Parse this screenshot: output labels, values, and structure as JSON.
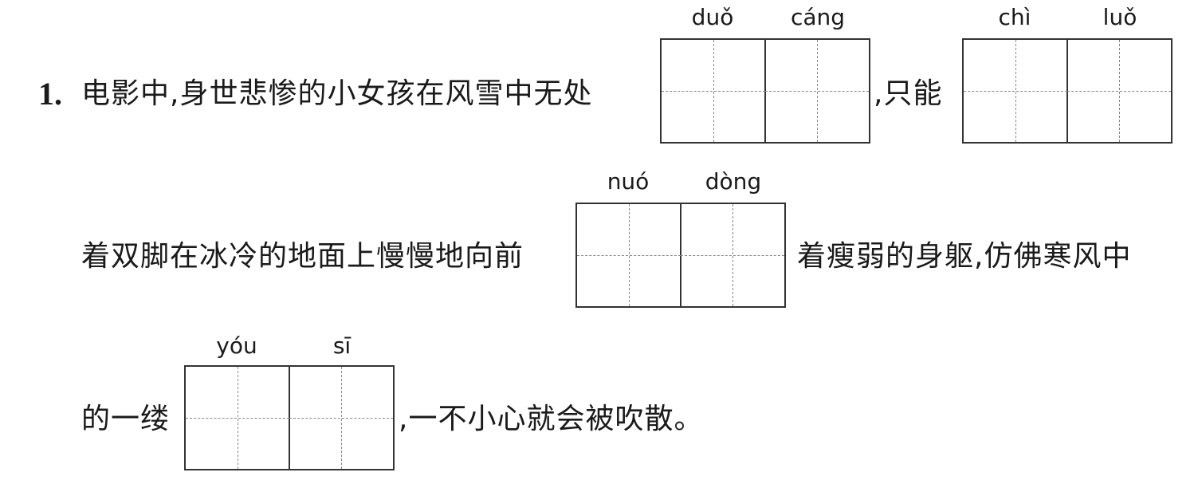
{
  "question": {
    "number": "1.",
    "line1_text": "电影中,身世悲惨的小女孩在风雪中无处",
    "line1_after": ",只能",
    "line2_text": "着双脚在冰冷的地面上慢慢地向前",
    "line2_after": "着瘦弱的身躯,仿佛寒风中",
    "line3_text": "的一缕",
    "line3_after": ",一不小心就会被吹散。"
  },
  "blanks": [
    {
      "pinyin": [
        "duǒ",
        "cáng"
      ]
    },
    {
      "pinyin": [
        "chì",
        "luǒ"
      ]
    },
    {
      "pinyin": [
        "nuó",
        "dòng"
      ]
    },
    {
      "pinyin": [
        "yóu",
        "sī"
      ]
    }
  ]
}
